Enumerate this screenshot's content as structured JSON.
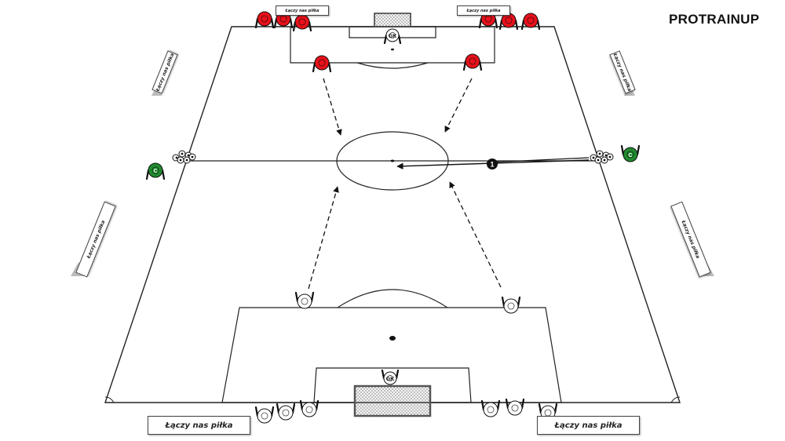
{
  "brand": "PROTRAINUP",
  "ad_boards": {
    "bottom_left": "Łączy nas piłka",
    "bottom_right": "Łączy nas piłka",
    "top_left": "Łączy nas piłka",
    "top_right": "Łączy nas piłka",
    "side_left_upper": "Łączy nas piłka",
    "side_left_lower": "Łączy nas piłka",
    "side_right_upper": "Łączy nas piłka",
    "side_right_lower": "Łączy nas piłka"
  },
  "labels": {
    "goalkeeper": "GK",
    "coach": "C",
    "step": "1"
  },
  "colors": {
    "red_team": "#e8101a",
    "white_team": "#ffffff",
    "coach": "#1f8a2e",
    "line": "#222222"
  }
}
